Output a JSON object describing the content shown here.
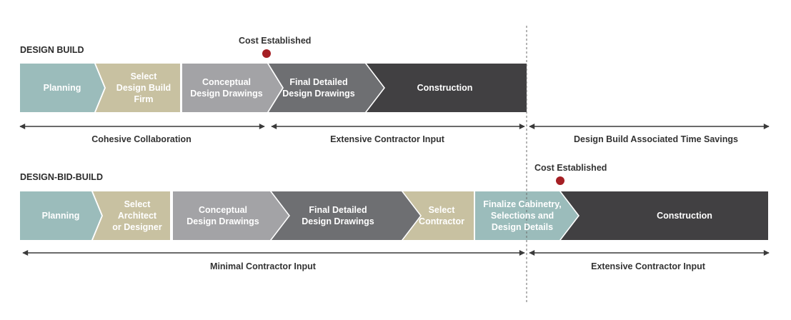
{
  "colors": {
    "teal": "#9bbcbb",
    "tan": "#c8c1a1",
    "gray": "#a3a3a6",
    "dark_gray": "#6e6f72",
    "charcoal": "#414042",
    "dot": "#a51f24",
    "arrow": "#3a3a3a"
  },
  "design_build": {
    "title": "DESIGN BUILD",
    "cost_label": "Cost Established",
    "segments": [
      {
        "label": "Planning",
        "color": "teal"
      },
      {
        "label": "Select\nDesign Build\nFirm",
        "color": "tan"
      },
      {
        "label": "Conceptual\nDesign Drawings",
        "color": "gray"
      },
      {
        "label": "Final Detailed\nDesign Drawings",
        "color": "dark_gray"
      },
      {
        "label": "Construction",
        "color": "charcoal"
      }
    ],
    "ranges": [
      {
        "label": "Cohesive Collaboration"
      },
      {
        "label": "Extensive Contractor Input"
      },
      {
        "label": "Design Build Associated Time Savings"
      }
    ]
  },
  "design_bid_build": {
    "title": "DESIGN-BID-BUILD",
    "cost_label": "Cost Established",
    "segments": [
      {
        "label": "Planning",
        "color": "teal"
      },
      {
        "label": "Select\nArchitect\nor Designer",
        "color": "tan"
      },
      {
        "label": "Conceptual\nDesign Drawings",
        "color": "gray"
      },
      {
        "label": "Final Detailed\nDesign Drawings",
        "color": "dark_gray"
      },
      {
        "label": "Select\nContractor",
        "color": "tan"
      },
      {
        "label": "Finalize Cabinetry,\nSelections and\nDesign Details",
        "color": "teal"
      },
      {
        "label": "Construction",
        "color": "charcoal"
      }
    ],
    "ranges": [
      {
        "label": "Minimal Contractor Input"
      },
      {
        "label": "Extensive Contractor Input"
      }
    ]
  }
}
